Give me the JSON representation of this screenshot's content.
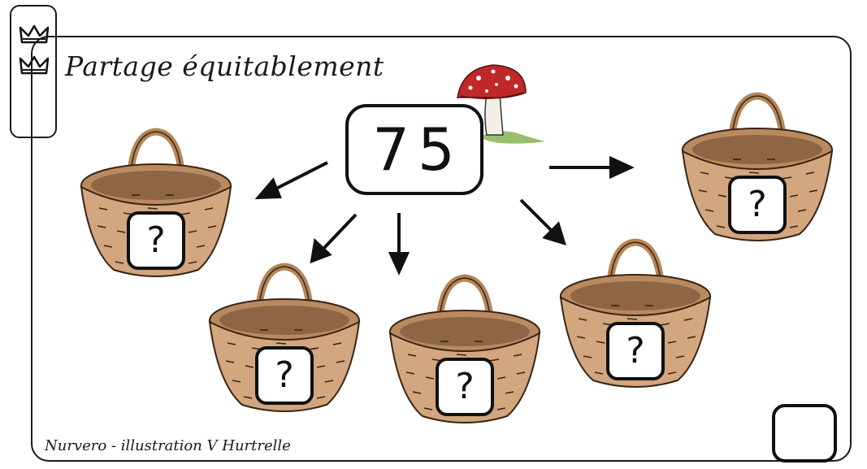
{
  "title": "Partage équitablement",
  "credit": "Nurvero - illustration V Hurtrelle",
  "total": "75",
  "baskets": [
    {
      "label": "?"
    },
    {
      "label": "?"
    },
    {
      "label": "?"
    },
    {
      "label": "?"
    },
    {
      "label": "?"
    }
  ],
  "answer": "",
  "level_crowns": 2,
  "icons": [
    "crown-icon",
    "crown-icon",
    "mushroom-icon",
    "basket-icon",
    "arrow-icon"
  ],
  "colors": {
    "ink": "#111111",
    "basket": "#c99a72",
    "basket_dark": "#8a5a3a",
    "mushroom_cap": "#c0282a"
  }
}
